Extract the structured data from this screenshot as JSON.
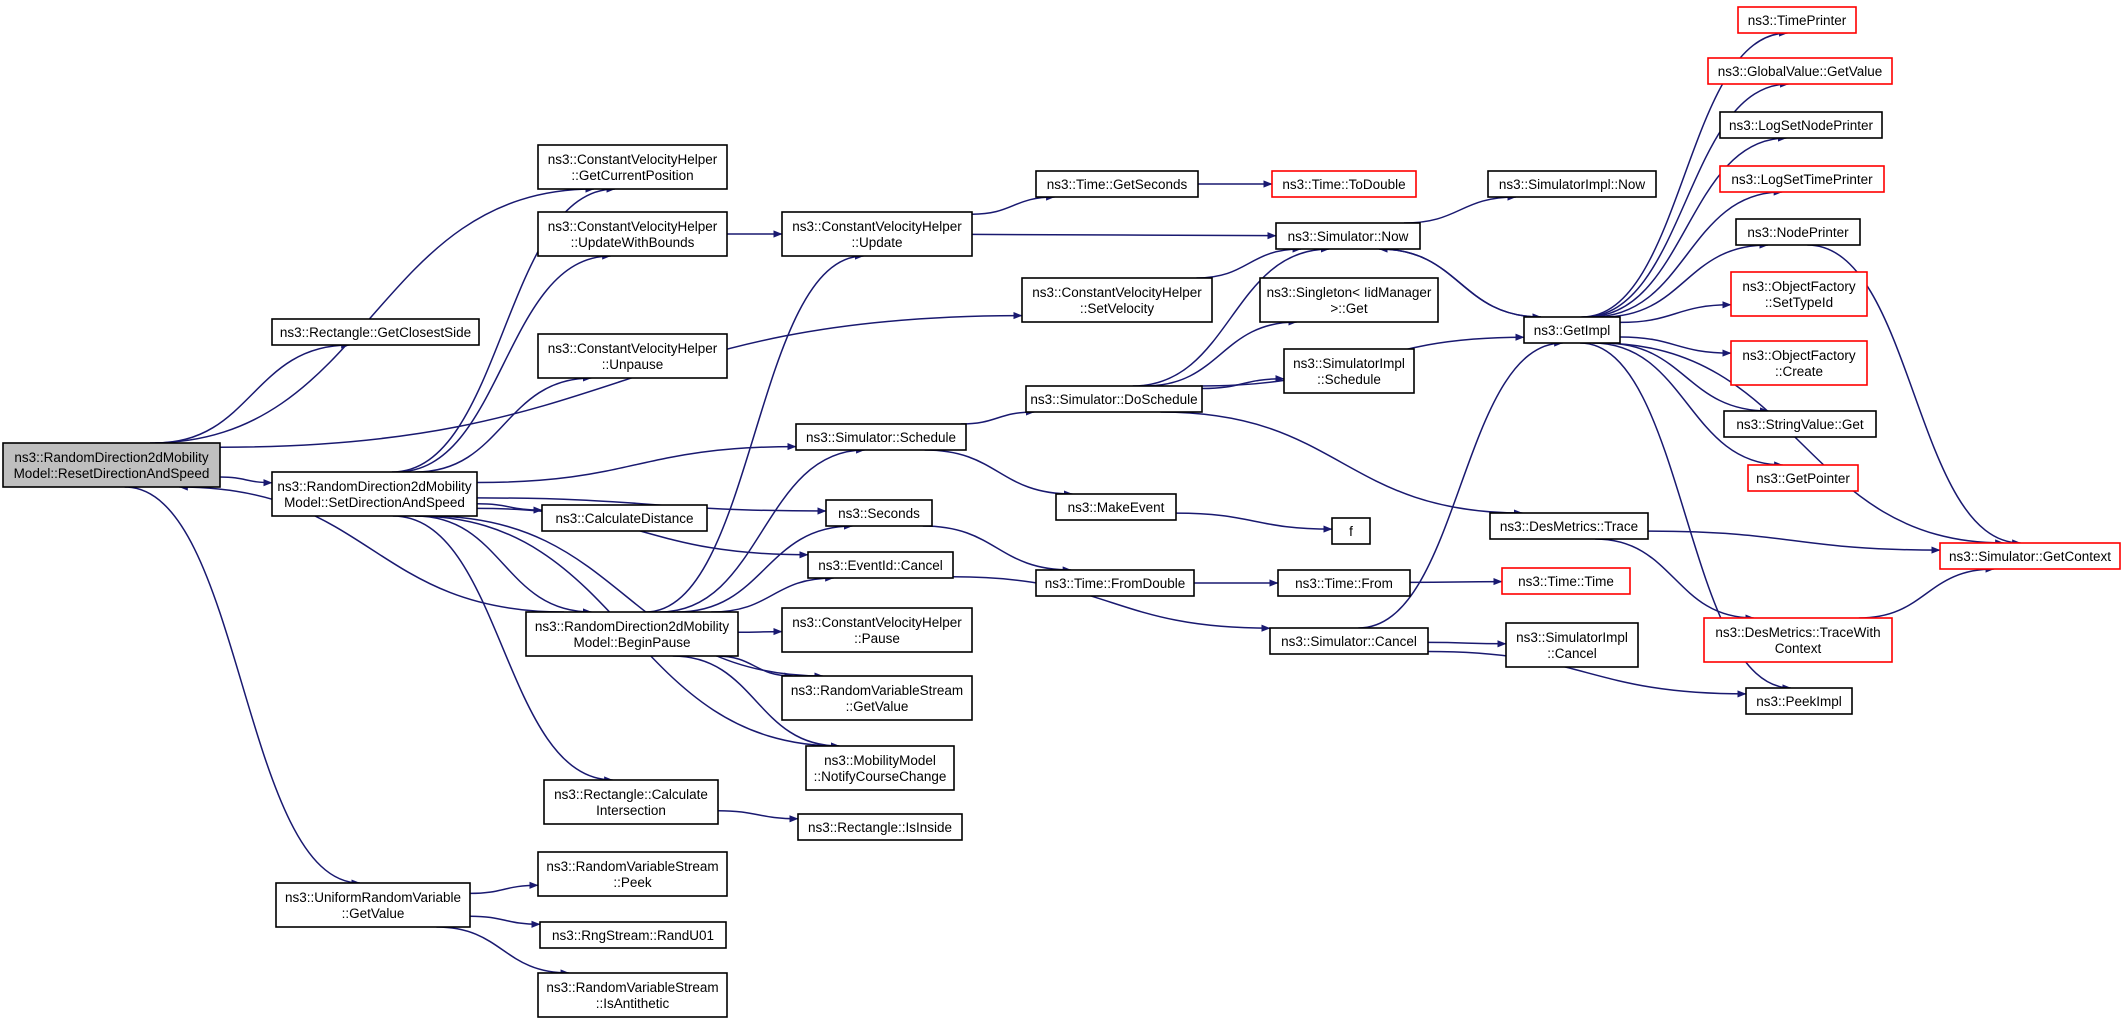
{
  "diagram": {
    "title": "",
    "nodes": [
      {
        "id": "root",
        "lines": [
          "ns3::RandomDirection2dMobility",
          "Model::ResetDirectionAndSpeed"
        ],
        "style": "root"
      },
      {
        "id": "getClosestSide",
        "lines": [
          "ns3::Rectangle::GetClosestSide"
        ],
        "style": "normal"
      },
      {
        "id": "cvhGetCurrentPosition",
        "lines": [
          "ns3::ConstantVelocityHelper",
          "::GetCurrentPosition"
        ],
        "style": "normal"
      },
      {
        "id": "cvhUpdateWithBounds",
        "lines": [
          "ns3::ConstantVelocityHelper",
          "::UpdateWithBounds"
        ],
        "style": "normal"
      },
      {
        "id": "cvhUnpause",
        "lines": [
          "ns3::ConstantVelocityHelper",
          "::Unpause"
        ],
        "style": "normal"
      },
      {
        "id": "setDirectionAndSpeed",
        "lines": [
          "ns3::RandomDirection2dMobility",
          "Model::SetDirectionAndSpeed"
        ],
        "style": "normal"
      },
      {
        "id": "calculateDistance",
        "lines": [
          "ns3::CalculateDistance"
        ],
        "style": "normal"
      },
      {
        "id": "beginPause",
        "lines": [
          "ns3::RandomDirection2dMobility",
          "Model::BeginPause"
        ],
        "style": "normal"
      },
      {
        "id": "rectCalcIntersection",
        "lines": [
          "ns3::Rectangle::Calculate",
          "Intersection"
        ],
        "style": "normal"
      },
      {
        "id": "uniformGetValue",
        "lines": [
          "ns3::UniformRandomVariable",
          "::GetValue"
        ],
        "style": "normal"
      },
      {
        "id": "rvsPeek",
        "lines": [
          "ns3::RandomVariableStream",
          "::Peek"
        ],
        "style": "normal"
      },
      {
        "id": "rngRandU01",
        "lines": [
          "ns3::RngStream::RandU01"
        ],
        "style": "normal"
      },
      {
        "id": "rvsIsAntithetic",
        "lines": [
          "ns3::RandomVariableStream",
          "::IsAntithetic"
        ],
        "style": "normal"
      },
      {
        "id": "cvhUpdate",
        "lines": [
          "ns3::ConstantVelocityHelper",
          "::Update"
        ],
        "style": "normal"
      },
      {
        "id": "simSchedule",
        "lines": [
          "ns3::Simulator::Schedule"
        ],
        "style": "normal"
      },
      {
        "id": "seconds",
        "lines": [
          "ns3::Seconds"
        ],
        "style": "normal"
      },
      {
        "id": "eventIdCancel",
        "lines": [
          "ns3::EventId::Cancel"
        ],
        "style": "normal"
      },
      {
        "id": "cvhPause",
        "lines": [
          "ns3::ConstantVelocityHelper",
          "::Pause"
        ],
        "style": "normal"
      },
      {
        "id": "rvsGetValue",
        "lines": [
          "ns3::RandomVariableStream",
          "::GetValue"
        ],
        "style": "normal"
      },
      {
        "id": "mmNotifyCourseChange",
        "lines": [
          "ns3::MobilityModel",
          "::NotifyCourseChange"
        ],
        "style": "normal"
      },
      {
        "id": "rectIsInside",
        "lines": [
          "ns3::Rectangle::IsInside"
        ],
        "style": "normal"
      },
      {
        "id": "timeGetSeconds",
        "lines": [
          "ns3::Time::GetSeconds"
        ],
        "style": "normal"
      },
      {
        "id": "cvhSetVelocity",
        "lines": [
          "ns3::ConstantVelocityHelper",
          "::SetVelocity"
        ],
        "style": "normal"
      },
      {
        "id": "simDoSchedule",
        "lines": [
          "ns3::Simulator::DoSchedule"
        ],
        "style": "normal"
      },
      {
        "id": "makeEvent",
        "lines": [
          "ns3::MakeEvent"
        ],
        "style": "normal"
      },
      {
        "id": "timeFromDouble",
        "lines": [
          "ns3::Time::FromDouble"
        ],
        "style": "normal"
      },
      {
        "id": "timeToDouble",
        "lines": [
          "ns3::Time::ToDouble"
        ],
        "style": "truncated"
      },
      {
        "id": "simNow",
        "lines": [
          "ns3::Simulator::Now"
        ],
        "style": "normal"
      },
      {
        "id": "singletonGet",
        "lines": [
          "ns3::Singleton< IidManager",
          ">::Get"
        ],
        "style": "normal"
      },
      {
        "id": "simImplSchedule",
        "lines": [
          "ns3::SimulatorImpl",
          "::Schedule"
        ],
        "style": "normal"
      },
      {
        "id": "f",
        "lines": [
          "f"
        ],
        "style": "normal"
      },
      {
        "id": "timeFrom",
        "lines": [
          "ns3::Time::From"
        ],
        "style": "normal"
      },
      {
        "id": "simCancel",
        "lines": [
          "ns3::Simulator::Cancel"
        ],
        "style": "normal"
      },
      {
        "id": "simImplNow",
        "lines": [
          "ns3::SimulatorImpl::Now"
        ],
        "style": "normal"
      },
      {
        "id": "getImpl",
        "lines": [
          "ns3::GetImpl"
        ],
        "style": "normal"
      },
      {
        "id": "desMetricsTrace",
        "lines": [
          "ns3::DesMetrics::Trace"
        ],
        "style": "normal"
      },
      {
        "id": "timeTime",
        "lines": [
          "ns3::Time::Time"
        ],
        "style": "truncated"
      },
      {
        "id": "simImplCancel",
        "lines": [
          "ns3::SimulatorImpl",
          "::Cancel"
        ],
        "style": "normal"
      },
      {
        "id": "timePrinter",
        "lines": [
          "ns3::TimePrinter"
        ],
        "style": "truncated"
      },
      {
        "id": "globalValueGetValue",
        "lines": [
          "ns3::GlobalValue::GetValue"
        ],
        "style": "truncated"
      },
      {
        "id": "logSetNodePrinter",
        "lines": [
          "ns3::LogSetNodePrinter"
        ],
        "style": "normal"
      },
      {
        "id": "logSetTimePrinter",
        "lines": [
          "ns3::LogSetTimePrinter"
        ],
        "style": "truncated"
      },
      {
        "id": "nodePrinter",
        "lines": [
          "ns3::NodePrinter"
        ],
        "style": "normal"
      },
      {
        "id": "ofSetTypeId",
        "lines": [
          "ns3::ObjectFactory",
          "::SetTypeId"
        ],
        "style": "truncated"
      },
      {
        "id": "ofCreate",
        "lines": [
          "ns3::ObjectFactory",
          "::Create"
        ],
        "style": "truncated"
      },
      {
        "id": "stringValueGet",
        "lines": [
          "ns3::StringValue::Get"
        ],
        "style": "normal"
      },
      {
        "id": "getPointer",
        "lines": [
          "ns3::GetPointer"
        ],
        "style": "truncated"
      },
      {
        "id": "desMetricsTraceWithContext",
        "lines": [
          "ns3::DesMetrics::TraceWith",
          "Context"
        ],
        "style": "truncated"
      },
      {
        "id": "peekImpl",
        "lines": [
          "ns3::PeekImpl"
        ],
        "style": "normal"
      },
      {
        "id": "simGetContext",
        "lines": [
          "ns3::Simulator::GetContext"
        ],
        "style": "truncated"
      }
    ],
    "edges": [
      [
        "root",
        "getClosestSide"
      ],
      [
        "root",
        "cvhGetCurrentPosition"
      ],
      [
        "root",
        "cvhSetVelocity"
      ],
      [
        "root",
        "setDirectionAndSpeed"
      ],
      [
        "root",
        "uniformGetValue"
      ],
      [
        "setDirectionAndSpeed",
        "cvhGetCurrentPosition"
      ],
      [
        "setDirectionAndSpeed",
        "cvhUpdateWithBounds"
      ],
      [
        "setDirectionAndSpeed",
        "cvhUnpause"
      ],
      [
        "setDirectionAndSpeed",
        "simSchedule"
      ],
      [
        "setDirectionAndSpeed",
        "calculateDistance"
      ],
      [
        "setDirectionAndSpeed",
        "seconds"
      ],
      [
        "setDirectionAndSpeed",
        "eventIdCancel"
      ],
      [
        "setDirectionAndSpeed",
        "beginPause"
      ],
      [
        "setDirectionAndSpeed",
        "rvsGetValue"
      ],
      [
        "setDirectionAndSpeed",
        "mmNotifyCourseChange"
      ],
      [
        "setDirectionAndSpeed",
        "rectCalcIntersection"
      ],
      [
        "beginPause",
        "root"
      ],
      [
        "beginPause",
        "cvhUpdate"
      ],
      [
        "beginPause",
        "simSchedule"
      ],
      [
        "beginPause",
        "seconds"
      ],
      [
        "beginPause",
        "eventIdCancel"
      ],
      [
        "beginPause",
        "cvhPause"
      ],
      [
        "beginPause",
        "rvsGetValue"
      ],
      [
        "beginPause",
        "mmNotifyCourseChange"
      ],
      [
        "cvhUpdateWithBounds",
        "cvhUpdate"
      ],
      [
        "cvhUpdate",
        "timeGetSeconds"
      ],
      [
        "cvhUpdate",
        "simNow"
      ],
      [
        "timeGetSeconds",
        "timeToDouble"
      ],
      [
        "cvhSetVelocity",
        "simNow"
      ],
      [
        "simSchedule",
        "simDoSchedule"
      ],
      [
        "simSchedule",
        "makeEvent"
      ],
      [
        "seconds",
        "timeFromDouble"
      ],
      [
        "eventIdCancel",
        "simCancel"
      ],
      [
        "rectCalcIntersection",
        "rectIsInside"
      ],
      [
        "uniformGetValue",
        "rvsPeek"
      ],
      [
        "uniformGetValue",
        "rngRandU01"
      ],
      [
        "uniformGetValue",
        "rvsIsAntithetic"
      ],
      [
        "simDoSchedule",
        "simNow"
      ],
      [
        "simDoSchedule",
        "singletonGet"
      ],
      [
        "simDoSchedule",
        "simImplSchedule"
      ],
      [
        "simDoSchedule",
        "getImpl"
      ],
      [
        "simDoSchedule",
        "desMetricsTrace"
      ],
      [
        "makeEvent",
        "f"
      ],
      [
        "timeFromDouble",
        "timeFrom"
      ],
      [
        "timeFrom",
        "timeTime"
      ],
      [
        "simNow",
        "simImplNow"
      ],
      [
        "simNow",
        "getImpl"
      ],
      [
        "simCancel",
        "getImpl"
      ],
      [
        "simCancel",
        "simImplCancel"
      ],
      [
        "simCancel",
        "peekImpl"
      ],
      [
        "getImpl",
        "timePrinter"
      ],
      [
        "getImpl",
        "globalValueGetValue"
      ],
      [
        "getImpl",
        "logSetNodePrinter"
      ],
      [
        "getImpl",
        "logSetTimePrinter"
      ],
      [
        "getImpl",
        "nodePrinter"
      ],
      [
        "getImpl",
        "ofSetTypeId"
      ],
      [
        "getImpl",
        "ofCreate"
      ],
      [
        "getImpl",
        "stringValueGet"
      ],
      [
        "getImpl",
        "getPointer"
      ],
      [
        "getImpl",
        "simGetContext"
      ],
      [
        "getImpl",
        "peekImpl"
      ],
      [
        "getImpl",
        "simNow"
      ],
      [
        "desMetricsTrace",
        "simGetContext"
      ],
      [
        "desMetricsTrace",
        "desMetricsTraceWithContext"
      ],
      [
        "desMetricsTraceWithContext",
        "simGetContext"
      ],
      [
        "nodePrinter",
        "simGetContext"
      ]
    ]
  },
  "colors": {
    "edge": "#191970",
    "truncated_border": "#ff0000",
    "root_fill": "#bfbfbf"
  }
}
